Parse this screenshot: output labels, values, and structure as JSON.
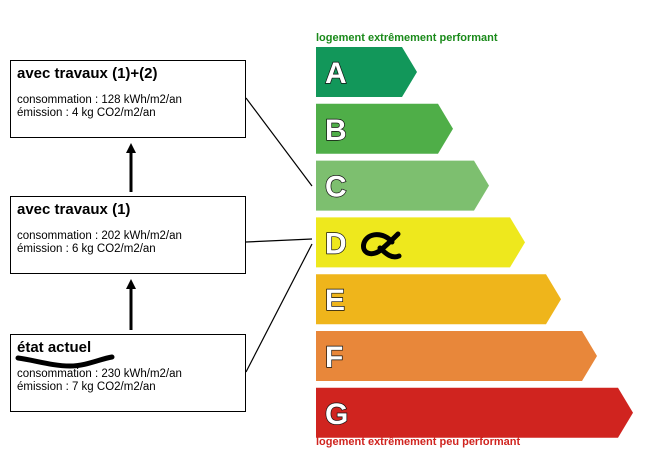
{
  "scale": {
    "top_label": "logement extrêmement performant",
    "bottom_label": "logement extrêmement peu performant",
    "top_label_color": "#1a8a1a",
    "bottom_label_color": "#d0241f",
    "bands": [
      {
        "letter": "A",
        "color": "#12975a"
      },
      {
        "letter": "B",
        "color": "#4fae48"
      },
      {
        "letter": "C",
        "color": "#7dbf6f"
      },
      {
        "letter": "D",
        "color": "#eee81d"
      },
      {
        "letter": "E",
        "color": "#efb51b"
      },
      {
        "letter": "F",
        "color": "#e8873a"
      },
      {
        "letter": "G",
        "color": "#d0241f"
      }
    ]
  },
  "scenarios": [
    {
      "title": "avec travaux (1)+(2)",
      "consumption": "consommation : 128 kWh/m2/an",
      "emission": "émission : 4 kg CO2/m2/an"
    },
    {
      "title": "avec travaux (1)",
      "consumption": "consommation : 202 kWh/m2/an",
      "emission": "émission : 6 kg CO2/m2/an"
    },
    {
      "title": "état actuel",
      "consumption": "consommation : 230 kWh/m2/an",
      "emission": "émission : 7 kg CO2/m2/an"
    }
  ]
}
